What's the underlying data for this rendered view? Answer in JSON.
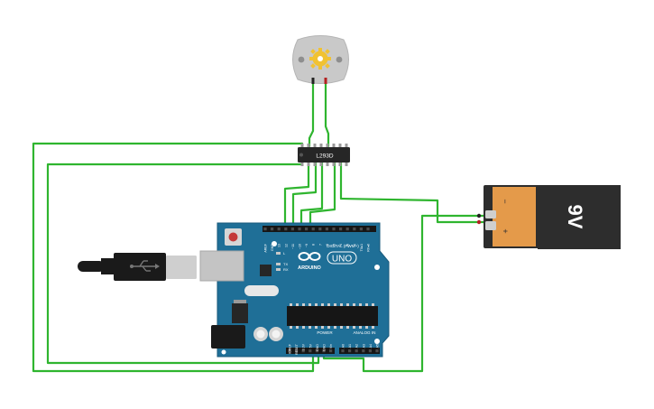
{
  "driver": {
    "label": "L293D"
  },
  "battery": {
    "voltage": "9V",
    "neg_symbol": "−",
    "pos_symbol": "+"
  },
  "arduino": {
    "brand": "ARDUINO",
    "model": "UNO",
    "header_digital": "DIGITAL (PWM~)",
    "header_power": "POWER",
    "header_analog": "ANALOG IN",
    "led_labels": [
      "L",
      "TX",
      "RX"
    ],
    "digital_pins": [
      "AREF",
      "GND",
      "13",
      "12",
      "~11",
      "~10",
      "~9",
      "8",
      "7",
      "~6",
      "~5",
      "4",
      "~3",
      "2",
      "TX▸1",
      "RX◂0"
    ],
    "power_pins": [
      "IOREF",
      "RESET",
      "3.3V",
      "5V",
      "GND",
      "GND",
      "Vin"
    ],
    "analog_pins": [
      "A0",
      "A1",
      "A2",
      "A3",
      "A4",
      "A5"
    ]
  },
  "colors": {
    "wire": "#2fb52f",
    "board": "#1f6f97",
    "battery_body": "#e49a4a",
    "battery_top": "#2d2d2d",
    "motor_body": "#c9c9c9",
    "gear": "#f1c232"
  }
}
